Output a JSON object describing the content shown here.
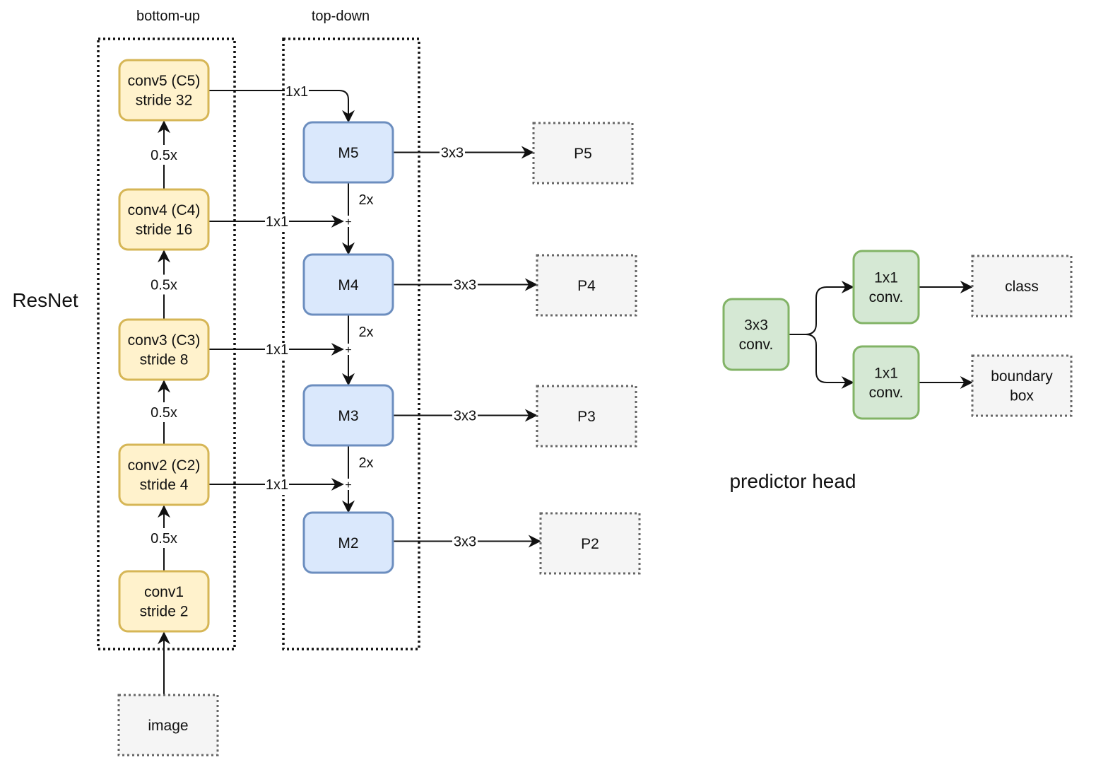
{
  "labels": {
    "bottom_up": "bottom-up",
    "top_down": "top-down",
    "resnet": "ResNet",
    "predictor_head": "predictor head"
  },
  "colors": {
    "conv_fill": "#fff2cc",
    "conv_stroke": "#d6b656",
    "m_fill": "#dae8fc",
    "m_stroke": "#6c8ebf",
    "p_fill": "#f5f5f5",
    "head_fill": "#d5e8d4",
    "head_stroke": "#82b366"
  },
  "bottom_up": [
    {
      "id": "c5",
      "line1": "conv5 (C5)",
      "line2": "stride 32"
    },
    {
      "id": "c4",
      "line1": "conv4 (C4)",
      "line2": "stride 16"
    },
    {
      "id": "c3",
      "line1": "conv3 (C3)",
      "line2": "stride 8"
    },
    {
      "id": "c2",
      "line1": "conv2 (C2)",
      "line2": "stride 4"
    },
    {
      "id": "c1",
      "line1": "conv1",
      "line2": "stride 2"
    }
  ],
  "downsample_label": "0.5x",
  "input": {
    "label": "image"
  },
  "top_down": [
    {
      "id": "m5",
      "label": "M5"
    },
    {
      "id": "m4",
      "label": "M4"
    },
    {
      "id": "m3",
      "label": "M3"
    },
    {
      "id": "m2",
      "label": "M2"
    }
  ],
  "lateral_label": "1x1",
  "upsample_label": "2x",
  "merge_symbol": "+",
  "output_conv_label": "3x3",
  "outputs": [
    {
      "id": "p5",
      "label": "P5"
    },
    {
      "id": "p4",
      "label": "P4"
    },
    {
      "id": "p3",
      "label": "P3"
    },
    {
      "id": "p2",
      "label": "P2"
    }
  ],
  "head": {
    "shared": {
      "line1": "3x3",
      "line2": "conv."
    },
    "branches": [
      {
        "conv_line1": "1x1",
        "conv_line2": "conv.",
        "out_line1": "class",
        "out_line2": ""
      },
      {
        "conv_line1": "1x1",
        "conv_line2": "conv.",
        "out_line1": "boundary",
        "out_line2": "box"
      }
    ]
  }
}
